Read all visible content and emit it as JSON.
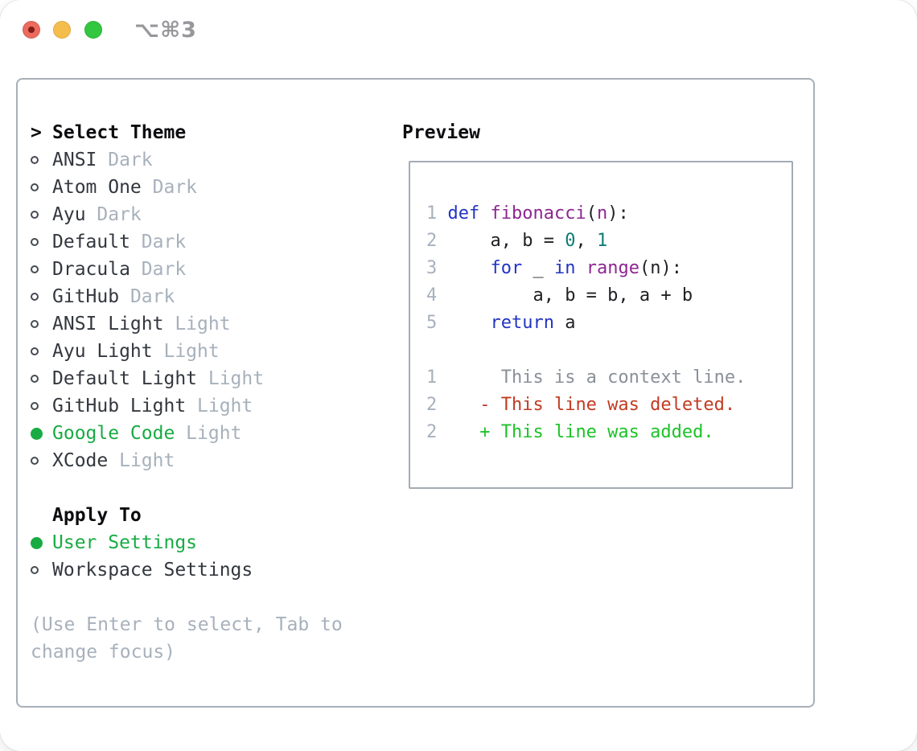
{
  "window": {
    "title": "⌥⌘3",
    "traffic_lights": {
      "red": "#ec6a5e",
      "yellow": "#f5bd4b",
      "green": "#33c640"
    }
  },
  "theme_panel": {
    "header_prefix": ">",
    "header": "Select Theme",
    "themes": [
      {
        "name": "ANSI",
        "variant": "Dark",
        "selected": false
      },
      {
        "name": "Atom One",
        "variant": "Dark",
        "selected": false
      },
      {
        "name": "Ayu",
        "variant": "Dark",
        "selected": false
      },
      {
        "name": "Default",
        "variant": "Dark",
        "selected": false
      },
      {
        "name": "Dracula",
        "variant": "Dark",
        "selected": false
      },
      {
        "name": "GitHub",
        "variant": "Dark",
        "selected": false
      },
      {
        "name": "ANSI Light",
        "variant": "Light",
        "selected": false
      },
      {
        "name": "Ayu Light",
        "variant": "Light",
        "selected": false
      },
      {
        "name": "Default Light",
        "variant": "Light",
        "selected": false
      },
      {
        "name": "GitHub Light",
        "variant": "Light",
        "selected": false
      },
      {
        "name": "Google Code",
        "variant": "Light",
        "selected": true
      },
      {
        "name": "XCode",
        "variant": "Light",
        "selected": false
      }
    ],
    "apply_to": {
      "header": "Apply To",
      "options": [
        {
          "label": "User Settings",
          "selected": true
        },
        {
          "label": "Workspace Settings",
          "selected": false
        }
      ]
    },
    "hint": "(Use Enter to select, Tab to change focus)",
    "colors": {
      "selected_green": "#18ab43",
      "text_dark": "#33373e",
      "muted_gray": "#a7b1bc",
      "header_black": "#0d0d10",
      "panel_border": "#a7afb9"
    }
  },
  "preview": {
    "label": "Preview",
    "code_lines": [
      {
        "num": "1",
        "tokens": [
          [
            "kw",
            "def"
          ],
          [
            "pl",
            " "
          ],
          [
            "fn",
            "fibonacci"
          ],
          [
            "pl",
            "("
          ],
          [
            "fn",
            "n"
          ],
          [
            "pl",
            "):"
          ]
        ]
      },
      {
        "num": "2",
        "tokens": [
          [
            "pl",
            "    a, b = "
          ],
          [
            "num",
            "0"
          ],
          [
            "pl",
            ", "
          ],
          [
            "num",
            "1"
          ]
        ]
      },
      {
        "num": "3",
        "tokens": [
          [
            "pl",
            "    "
          ],
          [
            "kw",
            "for"
          ],
          [
            "pl",
            " _ "
          ],
          [
            "kw",
            "in"
          ],
          [
            "pl",
            " "
          ],
          [
            "fn",
            "range"
          ],
          [
            "pl",
            "(n):"
          ]
        ]
      },
      {
        "num": "4",
        "tokens": [
          [
            "pl",
            "        a, b = b, a + b"
          ]
        ]
      },
      {
        "num": "5",
        "tokens": [
          [
            "pl",
            "    "
          ],
          [
            "kw",
            "return"
          ],
          [
            "pl",
            " a"
          ]
        ]
      }
    ],
    "diff_lines": [
      {
        "num": "1",
        "kind": "context",
        "text": "     This is a context line."
      },
      {
        "num": "2",
        "kind": "deleted",
        "text": "   - This line was deleted."
      },
      {
        "num": "2",
        "kind": "added",
        "text": "   + This line was added."
      }
    ],
    "syntax_colors": {
      "keyword": "#2334c2",
      "function": "#8d2691",
      "number_literal": "#0e7c79",
      "plain": "#1f2024",
      "line_number": "#a7b1bd",
      "context": "#8a9099",
      "deleted": "#c23b22",
      "added": "#1cc227",
      "box_border": "#a3abb5"
    }
  }
}
